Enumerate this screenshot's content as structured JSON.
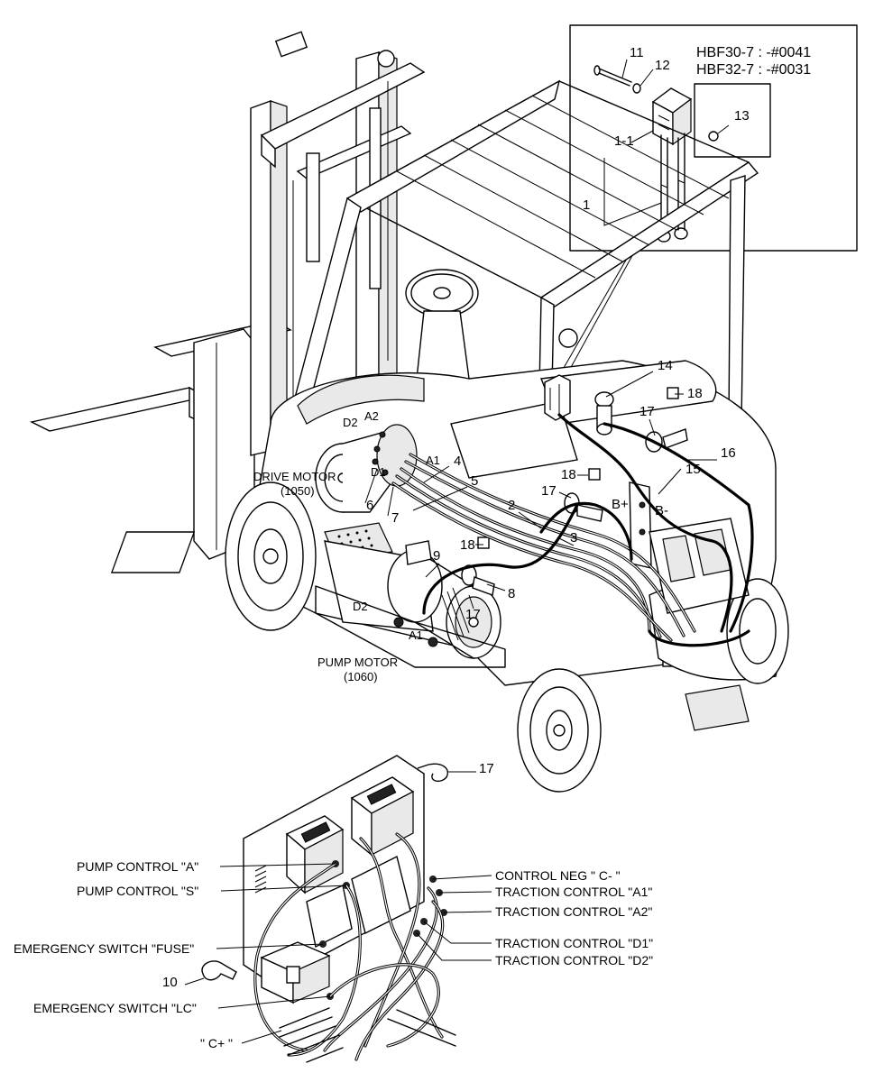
{
  "inset": {
    "model_1": "HBF30-7 : -#0041",
    "model_2": "HBF32-7 : -#0031",
    "part_11": "11",
    "part_12": "12",
    "part_13": "13",
    "part_1_1": "1-1",
    "part_1": "1"
  },
  "callouts": {
    "p14": "14",
    "p18a": "18",
    "p17a": "17",
    "p16": "16",
    "p15": "15",
    "p18b": "18",
    "p17b": "17",
    "bplus": "B+",
    "bminus": "B-",
    "p2": "2",
    "p3": "3",
    "p4": "4",
    "p5": "5",
    "p6": "6",
    "p7": "7",
    "p8": "8",
    "p9": "9",
    "p18c": "18",
    "p17c": "17",
    "d2a": "D2",
    "a2": "A2",
    "a1a": "A1",
    "d1": "D1",
    "d2b": "D2",
    "a1b": "A1",
    "p17d": "17",
    "p10": "10"
  },
  "motors": {
    "drive_name": "DRIVE MOTOR",
    "drive_code": "(1050)",
    "pump_name": "PUMP MOTOR",
    "pump_code": "(1060)"
  },
  "controller_labels": {
    "pump_a": "PUMP CONTROL \"A\"",
    "pump_s": "PUMP CONTROL \"S\"",
    "emerg_fuse": "EMERGENCY SWITCH \"FUSE\"",
    "emerg_lc": "EMERGENCY SWITCH \"LC\"",
    "c_plus": "\" C+ \"",
    "control_neg": "CONTROL NEG \" C- \"",
    "trac_a1": "TRACTION CONTROL \"A1\"",
    "trac_a2": "TRACTION CONTROL \"A2\"",
    "trac_d1": "TRACTION CONTROL \"D1\"",
    "trac_d2": "TRACTION CONTROL \"D2\""
  }
}
